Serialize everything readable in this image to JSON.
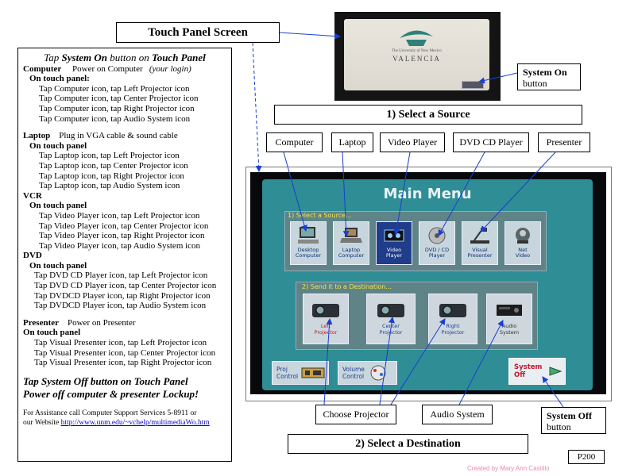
{
  "left_panel": {
    "header_pre": "Tap ",
    "header_bold1": "System On",
    "header_mid": " button on ",
    "header_bold2": "Touch Panel",
    "computer": {
      "title": "Computer",
      "desc": "Power on Computer",
      "desc_note": "(your login)",
      "sub": "On touch panel:",
      "steps": [
        "Tap Computer icon, tap Left Projector icon",
        "Tap Computer icon, tap Center Projector icon",
        "Tap Computer icon, tap Right Projector icon",
        "Tap Computer icon, tap Audio System icon"
      ]
    },
    "laptop": {
      "title": "Laptop",
      "desc": "Plug in VGA cable & sound cable",
      "sub": "On touch panel",
      "steps": [
        "Tap Laptop icon, tap Left Projector icon",
        "Tap Laptop icon, tap Center Projector icon",
        "Tap Laptop icon, tap Right Projector icon",
        "Tap Laptop icon, tap Audio System icon"
      ]
    },
    "vcr": {
      "title": "VCR",
      "sub": "On touch panel",
      "steps": [
        "Tap Video Player icon, tap Left Projector icon",
        "Tap Video Player icon, tap Center Projector icon",
        "Tap Video Player icon, tap Right Projector icon",
        "Tap Video Player icon, tap Audio System icon"
      ]
    },
    "dvd": {
      "title": "DVD",
      "sub": "On touch panel",
      "steps": [
        "Tap DVD CD Player icon, tap Left Projector icon",
        "Tap DVD CD Player icon, tap Center Projector icon",
        "Tap DVDCD Player icon, tap Right Projector icon",
        "Tap DVDCD Player icon, tap Audio System icon"
      ]
    },
    "presenter": {
      "title": "Presenter",
      "desc": "Power on Presenter",
      "sub": "On touch panel",
      "steps": [
        "Tap Visual Presenter icon, tap Left Projector icon",
        "Tap Visual Presenter icon, tap Center Projector icon",
        "Tap Visual Presenter icon, tap Right Projector icon"
      ]
    },
    "off_pre": "Tap ",
    "off_bold1": "System Off",
    "off_mid": " button on ",
    "off_bold2": "Touch Panel",
    "off_line2": "Power off computer & presenter   Lockup!",
    "assist_line1": "For Assistance call Computer Support Services 5-8911   or",
    "assist_line2_pre": "our Website ",
    "assist_url": "http://www.unm.edu/~vchelp/multimediaWo.htm"
  },
  "labels": {
    "touch_panel_screen": "Touch Panel Screen",
    "select_source": "1) Select a Source",
    "select_destination": "2) Select a Destination",
    "system_on_bold": "System On",
    "system_on_sub": "button",
    "system_off_bold": "System Off",
    "system_off_sub": "button",
    "computer": "Computer",
    "laptop": "Laptop",
    "video_player": "Video Player",
    "dvd_cd_player": "DVD CD Player",
    "presenter": "Presenter",
    "choose_projector": "Choose Projector",
    "audio_system": "Audio System",
    "page_code": "P200",
    "credit": "Created by Mary Ann Castillo"
  },
  "photo": {
    "line1": "The University of New Mexico",
    "line2": "VALENCIA"
  },
  "menu": {
    "title": "Main Menu",
    "source_group": "1) Select a Source...",
    "dest_group": "2) Send it to a Destination...",
    "sources": [
      {
        "label1": "Desktop",
        "label2": "Computer",
        "icon": "desktop-computer-icon"
      },
      {
        "label1": "Laptop",
        "label2": "Computer",
        "icon": "laptop-icon"
      },
      {
        "label1": "Video",
        "label2": "Player",
        "icon": "video-cassette-icon"
      },
      {
        "label1": "DVD / CD",
        "label2": "Player",
        "icon": "disc-icon"
      },
      {
        "label1": "Visual",
        "label2": "Presenter",
        "icon": "document-camera-icon"
      },
      {
        "label1": "Net",
        "label2": "Video",
        "icon": "net-video-icon"
      }
    ],
    "destinations": [
      {
        "label1": "Left",
        "label2": "Projector",
        "icon": "projector-icon"
      },
      {
        "label1": "Center",
        "label2": "Projector",
        "icon": "projector-icon"
      },
      {
        "label1": "Right",
        "label2": "Projector",
        "icon": "projector-icon"
      },
      {
        "label1": "Audio",
        "label2": "System",
        "icon": "audio-amplifier-icon"
      }
    ],
    "proj_control_1": "Proj",
    "proj_control_2": "Control",
    "volume_control_1": "Volume",
    "volume_control_2": "Control",
    "system_off_1": "System",
    "system_off_2": "Off"
  },
  "colors": {
    "menu_bg": "#2f8d95",
    "accent_yellow": "#f1e44a",
    "destination_red": "#c0192b",
    "link_blue": "#0000cc",
    "credit_pink": "#e88aa8"
  }
}
